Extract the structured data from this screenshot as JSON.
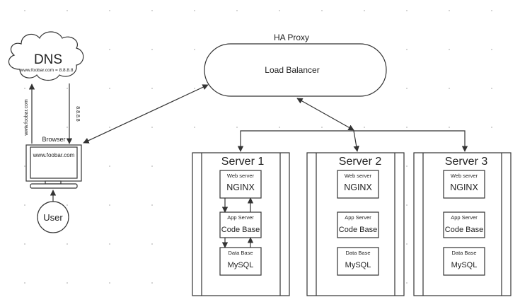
{
  "dns": {
    "title": "DNS",
    "record": "www.foobar.com = 8.8.8.8",
    "request_label": "www.foobar.com",
    "response_label": "8.8.8.8"
  },
  "browser": {
    "label": "Browser",
    "url": "www.foobar.com"
  },
  "user": {
    "label": "User"
  },
  "load_balancer": {
    "caption": "HA Proxy",
    "label": "Load Balancer"
  },
  "servers": [
    {
      "title": "Server 1",
      "web": {
        "caption": "Web server",
        "name": "NGINX"
      },
      "app": {
        "caption": "App Server",
        "name": "Code Base"
      },
      "db": {
        "caption": "Data Base",
        "name": "MySQL"
      }
    },
    {
      "title": "Server 2",
      "web": {
        "caption": "Web server",
        "name": "NGINX"
      },
      "app": {
        "caption": "App Server",
        "name": "Code Base"
      },
      "db": {
        "caption": "Data Base",
        "name": "MySQL"
      }
    },
    {
      "title": "Server 3",
      "web": {
        "caption": "Web server",
        "name": "NGINX"
      },
      "app": {
        "caption": "App Server",
        "name": "Code Base"
      },
      "db": {
        "caption": "Data Base",
        "name": "MySQL"
      }
    }
  ],
  "colors": {
    "stroke": "#333333",
    "grid_dot": "#c8c8c8",
    "background": "#ffffff"
  }
}
